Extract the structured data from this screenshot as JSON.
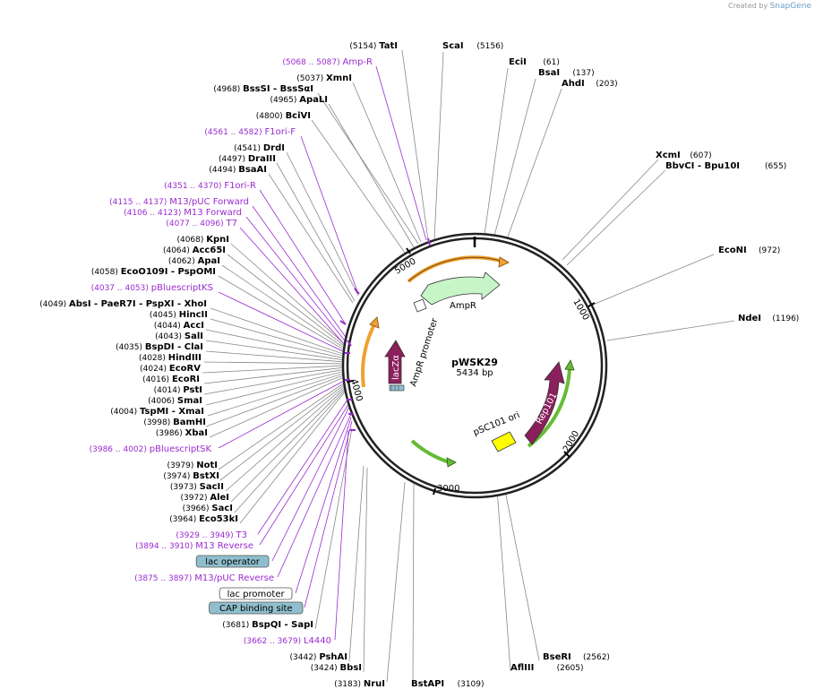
{
  "credit": {
    "prefix": "Created by",
    "brand": "SnapGene"
  },
  "plasmid": {
    "name": "pWSK29",
    "length_label": "5434 bp"
  },
  "ticks": [
    "1000",
    "2000",
    "3000",
    "4000",
    "5000"
  ],
  "features": {
    "ampr": "AmpR",
    "ampr_promoter": "AmpR promoter",
    "lacza": "lacZα",
    "psc101_ori": "pSC101 ori",
    "rep101": "Rep101"
  },
  "right_labels": [
    {
      "pos": "(5156)",
      "name": "ScaI"
    },
    {
      "pos": "(61)",
      "name": "EciI"
    },
    {
      "pos": "(137)",
      "name": "BsaI"
    },
    {
      "pos": "(203)",
      "name": "AhdI"
    },
    {
      "pos": "(607)",
      "name": "XcmI"
    },
    {
      "pos": "(655)",
      "name": "BbvCI  - Bpu10I"
    },
    {
      "pos": "(972)",
      "name": "EcoNI"
    },
    {
      "pos": "(1196)",
      "name": "NdeI"
    },
    {
      "pos": "(2562)",
      "name": "BseRI"
    },
    {
      "pos": "(2605)",
      "name": "AflIII"
    },
    {
      "pos": "(3109)",
      "name": "BstAPI"
    }
  ],
  "left_labels": [
    {
      "pos": "(5154)",
      "name": "TatI"
    },
    {
      "pos": "(5068 .. 5087)",
      "name": "Amp-R",
      "primer": true
    },
    {
      "pos": "(5037)",
      "name": "XmnI"
    },
    {
      "pos": "(4968)",
      "name": "BssSI  - BssSαI"
    },
    {
      "pos": "(4965)",
      "name": "ApaLI"
    },
    {
      "pos": "(4800)",
      "name": "BciVI"
    },
    {
      "pos": "(4561 .. 4582)",
      "name": "F1ori-F",
      "primer": true
    },
    {
      "pos": "(4541)",
      "name": "DrdI"
    },
    {
      "pos": "(4497)",
      "name": "DraIII"
    },
    {
      "pos": "(4494)",
      "name": "BsaAI"
    },
    {
      "pos": "(4351 .. 4370)",
      "name": "F1ori-R",
      "primer": true
    },
    {
      "pos": "(4115 .. 4137)",
      "name": "M13/pUC Forward",
      "primer": true
    },
    {
      "pos": "(4106 .. 4123)",
      "name": "M13 Forward",
      "primer": true
    },
    {
      "pos": "(4077 .. 4096)",
      "name": "T7",
      "primer": true
    },
    {
      "pos": "(4068)",
      "name": "KpnI"
    },
    {
      "pos": "(4064)",
      "name": "Acc65I"
    },
    {
      "pos": "(4062)",
      "name": "ApaI"
    },
    {
      "pos": "(4058)",
      "name": "EcoO109I  - PspOMI"
    },
    {
      "pos": "(4037 .. 4053)",
      "name": "pBluescriptKS",
      "primer": true
    },
    {
      "pos": "(4049)",
      "name": "AbsI  - PaeR7I  - PspXI  - XhoI"
    },
    {
      "pos": "(4045)",
      "name": "HincII"
    },
    {
      "pos": "(4044)",
      "name": "AccI"
    },
    {
      "pos": "(4043)",
      "name": "SalI"
    },
    {
      "pos": "(4035)",
      "name": "BspDI  - ClaI"
    },
    {
      "pos": "(4028)",
      "name": "HindIII"
    },
    {
      "pos": "(4024)",
      "name": "EcoRV"
    },
    {
      "pos": "(4016)",
      "name": "EcoRI"
    },
    {
      "pos": "(4014)",
      "name": "PstI"
    },
    {
      "pos": "(4006)",
      "name": "SmaI"
    },
    {
      "pos": "(4004)",
      "name": "TspMI  - XmaI"
    },
    {
      "pos": "(3998)",
      "name": "BamHI"
    },
    {
      "pos": "(3986)",
      "name": "XbaI"
    },
    {
      "pos": "(3986 .. 4002)",
      "name": "pBluescriptSK",
      "primer": true
    },
    {
      "pos": "(3979)",
      "name": "NotI"
    },
    {
      "pos": "(3974)",
      "name": "BstXI"
    },
    {
      "pos": "(3973)",
      "name": "SacII"
    },
    {
      "pos": "(3972)",
      "name": "AleI"
    },
    {
      "pos": "(3966)",
      "name": "SacI"
    },
    {
      "pos": "(3964)",
      "name": "Eco53kI"
    },
    {
      "pos": "(3929 .. 3949)",
      "name": "T3",
      "primer": true
    },
    {
      "pos": "(3894 .. 3910)",
      "name": "M13 Reverse",
      "primer": true
    },
    {
      "pos": "",
      "name": "lac operator",
      "box": "blue"
    },
    {
      "pos": "(3875 .. 3897)",
      "name": "M13/pUC Reverse",
      "primer": true
    },
    {
      "pos": "",
      "name": "lac promoter",
      "box": "white"
    },
    {
      "pos": "",
      "name": "CAP binding site",
      "box": "blue"
    },
    {
      "pos": "(3681)",
      "name": "BspQI  - SapI"
    },
    {
      "pos": "(3662 .. 3679)",
      "name": "L4440",
      "primer": true
    },
    {
      "pos": "(3442)",
      "name": "PshAI"
    },
    {
      "pos": "(3424)",
      "name": "BbsI"
    },
    {
      "pos": "(3183)",
      "name": "NruI"
    }
  ],
  "colors": {
    "primer": "#9a2bd0",
    "ampr": "#c8f5c8",
    "lacza": "#8b1f5c",
    "rep101": "#8b1f5c",
    "ori": "#ffff00",
    "orf": "#f0a030",
    "green_orf": "#66bb33",
    "operator_box": "#8fbfce"
  }
}
